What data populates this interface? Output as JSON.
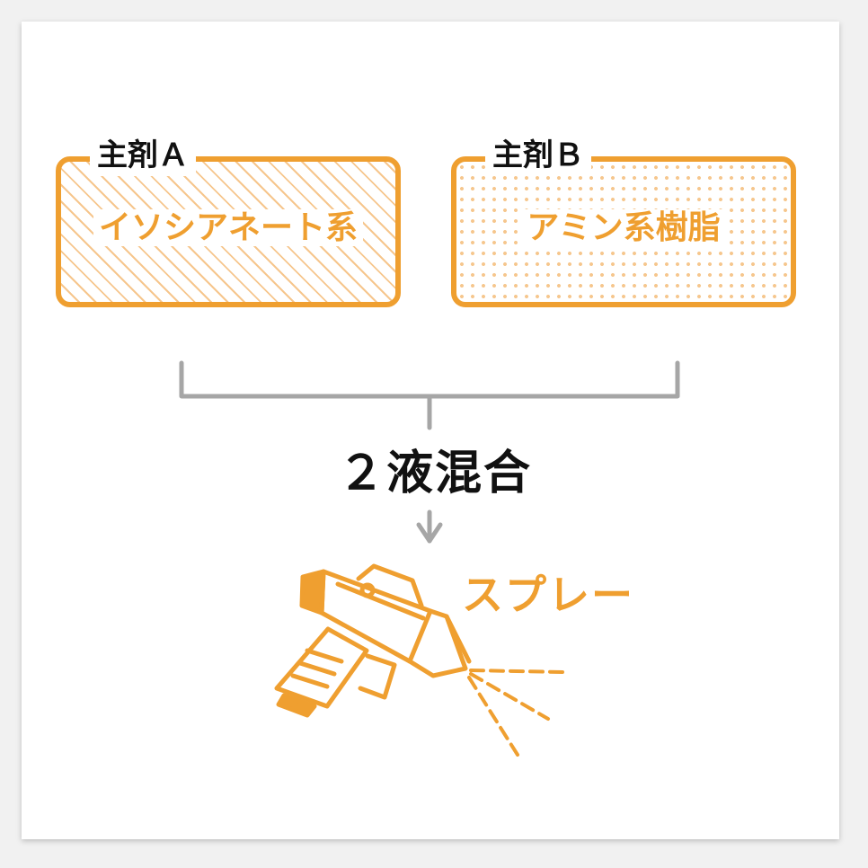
{
  "component_a": {
    "title": "主剤Ａ",
    "content": "イソシアネート系"
  },
  "component_b": {
    "title": "主剤Ｂ",
    "content": "アミン系樹脂"
  },
  "mixing_label": "２液混合",
  "output_label": "スプレー",
  "colors": {
    "accent": "#ef9f30",
    "connector": "#a6a6a6",
    "text": "#111111"
  }
}
